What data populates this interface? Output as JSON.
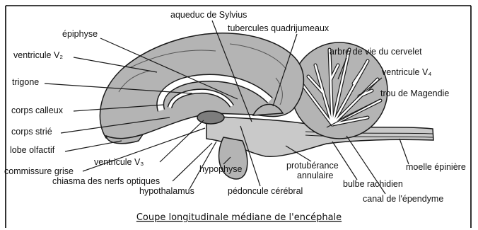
{
  "diagram": {
    "colors": {
      "tissue": "#b4b4b4",
      "brainstem": "#c9c9c9",
      "ventricle": "#7d7d7d",
      "white_matter": "#ffffff",
      "ink": "#111111"
    },
    "labels": {
      "aqueduc": "aqueduc de Sylvius",
      "tubercules": "tubercules quadrijumeaux",
      "epiphyse": "épiphyse",
      "ventricule_v2": "ventricule V₂",
      "arbre_de_vie": "arbre de vie du cervelet",
      "ventricule_v4": "ventricule V₄",
      "trigone": "trigone",
      "trou_magendie": "trou de Magendie",
      "corps_calleux": "corps calleux",
      "corps_strie": "corps strié",
      "lobe_olfactif": "lobe olfactif",
      "ventricule_v3": "ventricule V₃",
      "commissure_grise": "commissure grise",
      "chiasma": "chiasma des nerfs optiques",
      "hypophyse": "hypophyse",
      "hypothalamus": "hypothalamus",
      "pedoncule": "pédoncule cérébral",
      "protuberance_line1": "protubérance",
      "protuberance_line2": "annulaire",
      "bulbe": "bulbe rachidien",
      "canal_ependyme": "canal de l'épendyme",
      "moelle": "moelle épinière"
    },
    "caption": "Coupe longitudinale médiane de l'encéphale"
  }
}
